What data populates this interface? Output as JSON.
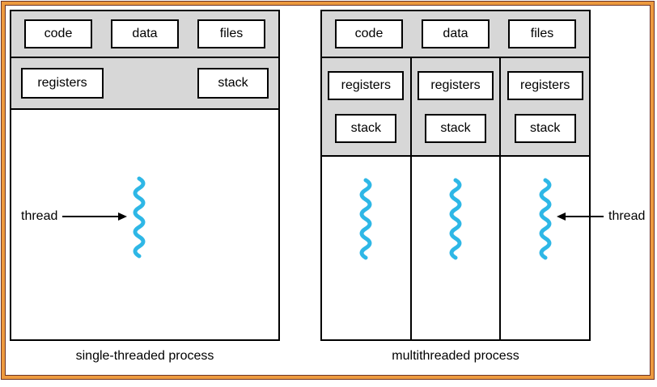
{
  "left_panel": {
    "memory_boxes": [
      "code",
      "data",
      "files"
    ],
    "registers_label": "registers",
    "stack_label": "stack",
    "thread_label": "thread",
    "caption": "single-threaded process"
  },
  "right_panel": {
    "memory_boxes": [
      "code",
      "data",
      "files"
    ],
    "thread_columns": [
      {
        "registers": "registers",
        "stack": "stack"
      },
      {
        "registers": "registers",
        "stack": "stack"
      },
      {
        "registers": "registers",
        "stack": "stack"
      }
    ],
    "thread_label": "thread",
    "caption": "multithreaded process"
  },
  "colors": {
    "thread_squiggle": "#2EB7E6",
    "panel_gray": "#D7D7D7",
    "frame_orange": "#ED9A3F",
    "box_border": "#000000"
  }
}
